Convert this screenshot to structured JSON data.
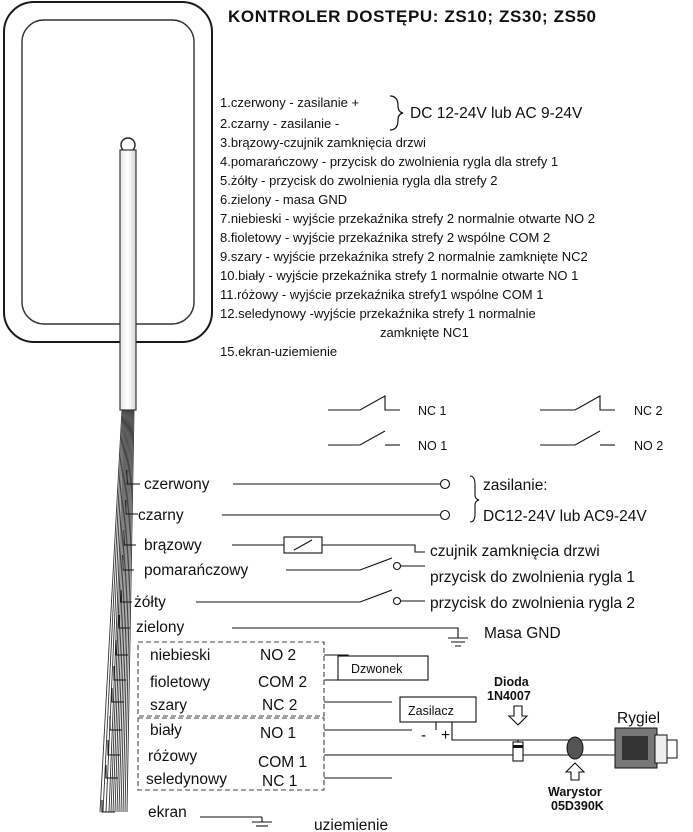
{
  "title": "KONTROLER DOSTĘPU: ZS10; ZS30; ZS50",
  "legend": {
    "l1": "1.czerwony - zasilanie +",
    "l2": "2.czarny - zasilanie -",
    "power_range": "DC 12-24V lub AC 9-24V",
    "l3": "3.brązowy-czujnik zamknięcia drzwi",
    "l4": "4.pomarańczowy - przycisk do zwolnienia  rygla dla strefy 1",
    "l5": "5.żółty - przycisk do zwolnienia rygla dla strefy 2",
    "l6": "6.zielony - masa GND",
    "l7": "7.niebieski - wyjście przekaźnika strefy 2 normalnie otwarte NO 2",
    "l8": "8.fioletowy - wyjście przekaźnika strefy 2 wspólne COM 2",
    "l9": "9.szary - wyjście przekaźnika strefy 2 normalnie zamknięte NC2",
    "l10": "10.biały - wyjście przekaźnika strefy 1 normalnie otwarte NO 1",
    "l11": "11.różowy - wyjście przekaźnika strefy1 wspólne COM 1",
    "l12a": "12.seledynowy -wyjście przekaźnika strefy 1 normalnie",
    "l12b": "zamknięte NC1",
    "l15": "15.ekran-uziemienie"
  },
  "symbols": {
    "nc1": "NC 1",
    "nc2": "NC 2",
    "no1": "NO 1",
    "no2": "NO 2"
  },
  "wires": {
    "czerwony": "czerwony",
    "czarny": "czarny",
    "brazowy": "brązowy",
    "pomaranczowy": "pomarańczowy",
    "zolty": "żółty",
    "zielony": "zielony",
    "niebieski": "niebieski",
    "fioletowy": "fioletowy",
    "szary": "szary",
    "bialy": "biały",
    "rozowy": "różowy",
    "seledynowy": "seledynowy",
    "ekran": "ekran"
  },
  "relay_terms": {
    "no2": "NO 2",
    "com2": "COM 2",
    "nc2": "NC 2",
    "no1": "NO 1",
    "com1": "COM 1",
    "nc1": "NC 1"
  },
  "labels": {
    "zasilanie": "zasilanie:",
    "zasilanie_range": "DC12-24V lub AC9-24V",
    "czujnik": "czujnik zamknięcia drzwi",
    "przycisk1": "przycisk do zwolnienia rygla 1",
    "przycisk2": "przycisk do zwolnienia rygla 2",
    "masa": "Masa GND",
    "dzwonek": "Dzwonek",
    "zasilacz": "Zasilacz",
    "minus": "-",
    "plus": "+",
    "dioda": "Dioda",
    "dioda_model": "1N4007",
    "rygiel": "Rygiel",
    "warystor": "Warystor",
    "warystor_model": "05D390K",
    "uziemienie": "uziemienie"
  }
}
